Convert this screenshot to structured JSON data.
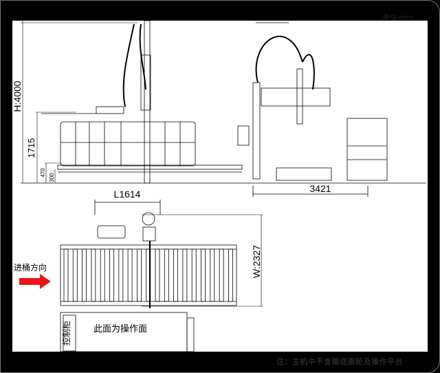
{
  "unit_label": "单位:mm",
  "note": "注：主机中不含输送滚轮及操作平台",
  "dimensions": {
    "height_total": "H:4000",
    "height_platform": "1715",
    "height_rail": "470",
    "height_conveyor": "300",
    "length_side": "3421",
    "length_top": "L1614",
    "width_top": "W:2327"
  },
  "labels": {
    "feed_direction": "进桶方向",
    "control_cabinet": "控制柜",
    "operation_side": "此面为操作面"
  },
  "colors": {
    "arrow": "#e8171b",
    "line": "#000000"
  }
}
